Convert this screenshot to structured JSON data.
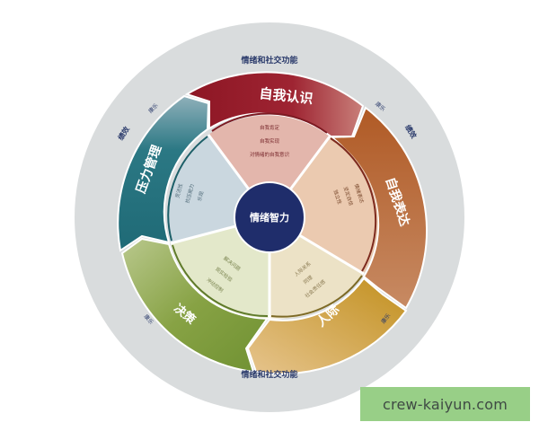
{
  "diagram": {
    "center_label": "情绪智力",
    "outer_ring": {
      "top_label": "情绪和社交功能",
      "bottom_label": "情绪和社交功能",
      "performance_label": "绩效",
      "wellbeing_label": "康乐"
    },
    "composites": [
      {
        "id": "self-perception",
        "label": "自我认识",
        "color": "#9b1c2c",
        "inner_color": "#e3b5ab",
        "subscales": [
          "自我肯定",
          "自我实现",
          "对情绪的自我意识"
        ]
      },
      {
        "id": "self-expression",
        "label": "自我表达",
        "color": "#b4612a",
        "inner_color": "#ecc9ae",
        "subscales": [
          "情绪表达",
          "坚定自信",
          "独立性"
        ]
      },
      {
        "id": "interpersonal",
        "label": "人际",
        "color": "#c69a2c",
        "inner_color": "#ece2c4",
        "subscales": [
          "人际关系",
          "同理",
          "社会责任感"
        ]
      },
      {
        "id": "decision-making",
        "label": "决策",
        "color": "#84a042",
        "inner_color": "#e3e8c8",
        "subscales": [
          "解决问题",
          "现实检验",
          "冲动控制"
        ]
      },
      {
        "id": "stress-management",
        "label": "压力管理",
        "color": "#236f7c",
        "inner_color": "#c9d6de",
        "subscales": [
          "灵活性",
          "抗压能力",
          "乐观"
        ]
      }
    ],
    "colors": {
      "outer_ring": "#d8dbdc",
      "center": "#1f2d6b",
      "ring_text": "#2a3a6b"
    }
  },
  "watermark": {
    "text": "crew-kaiyun.com",
    "background": "#98cf87"
  }
}
